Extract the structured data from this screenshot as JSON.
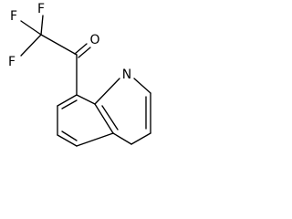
{
  "molecule": {
    "atoms": {
      "f1": "F",
      "f2": "F",
      "f3": "F",
      "o": "O",
      "n": "N"
    }
  }
}
